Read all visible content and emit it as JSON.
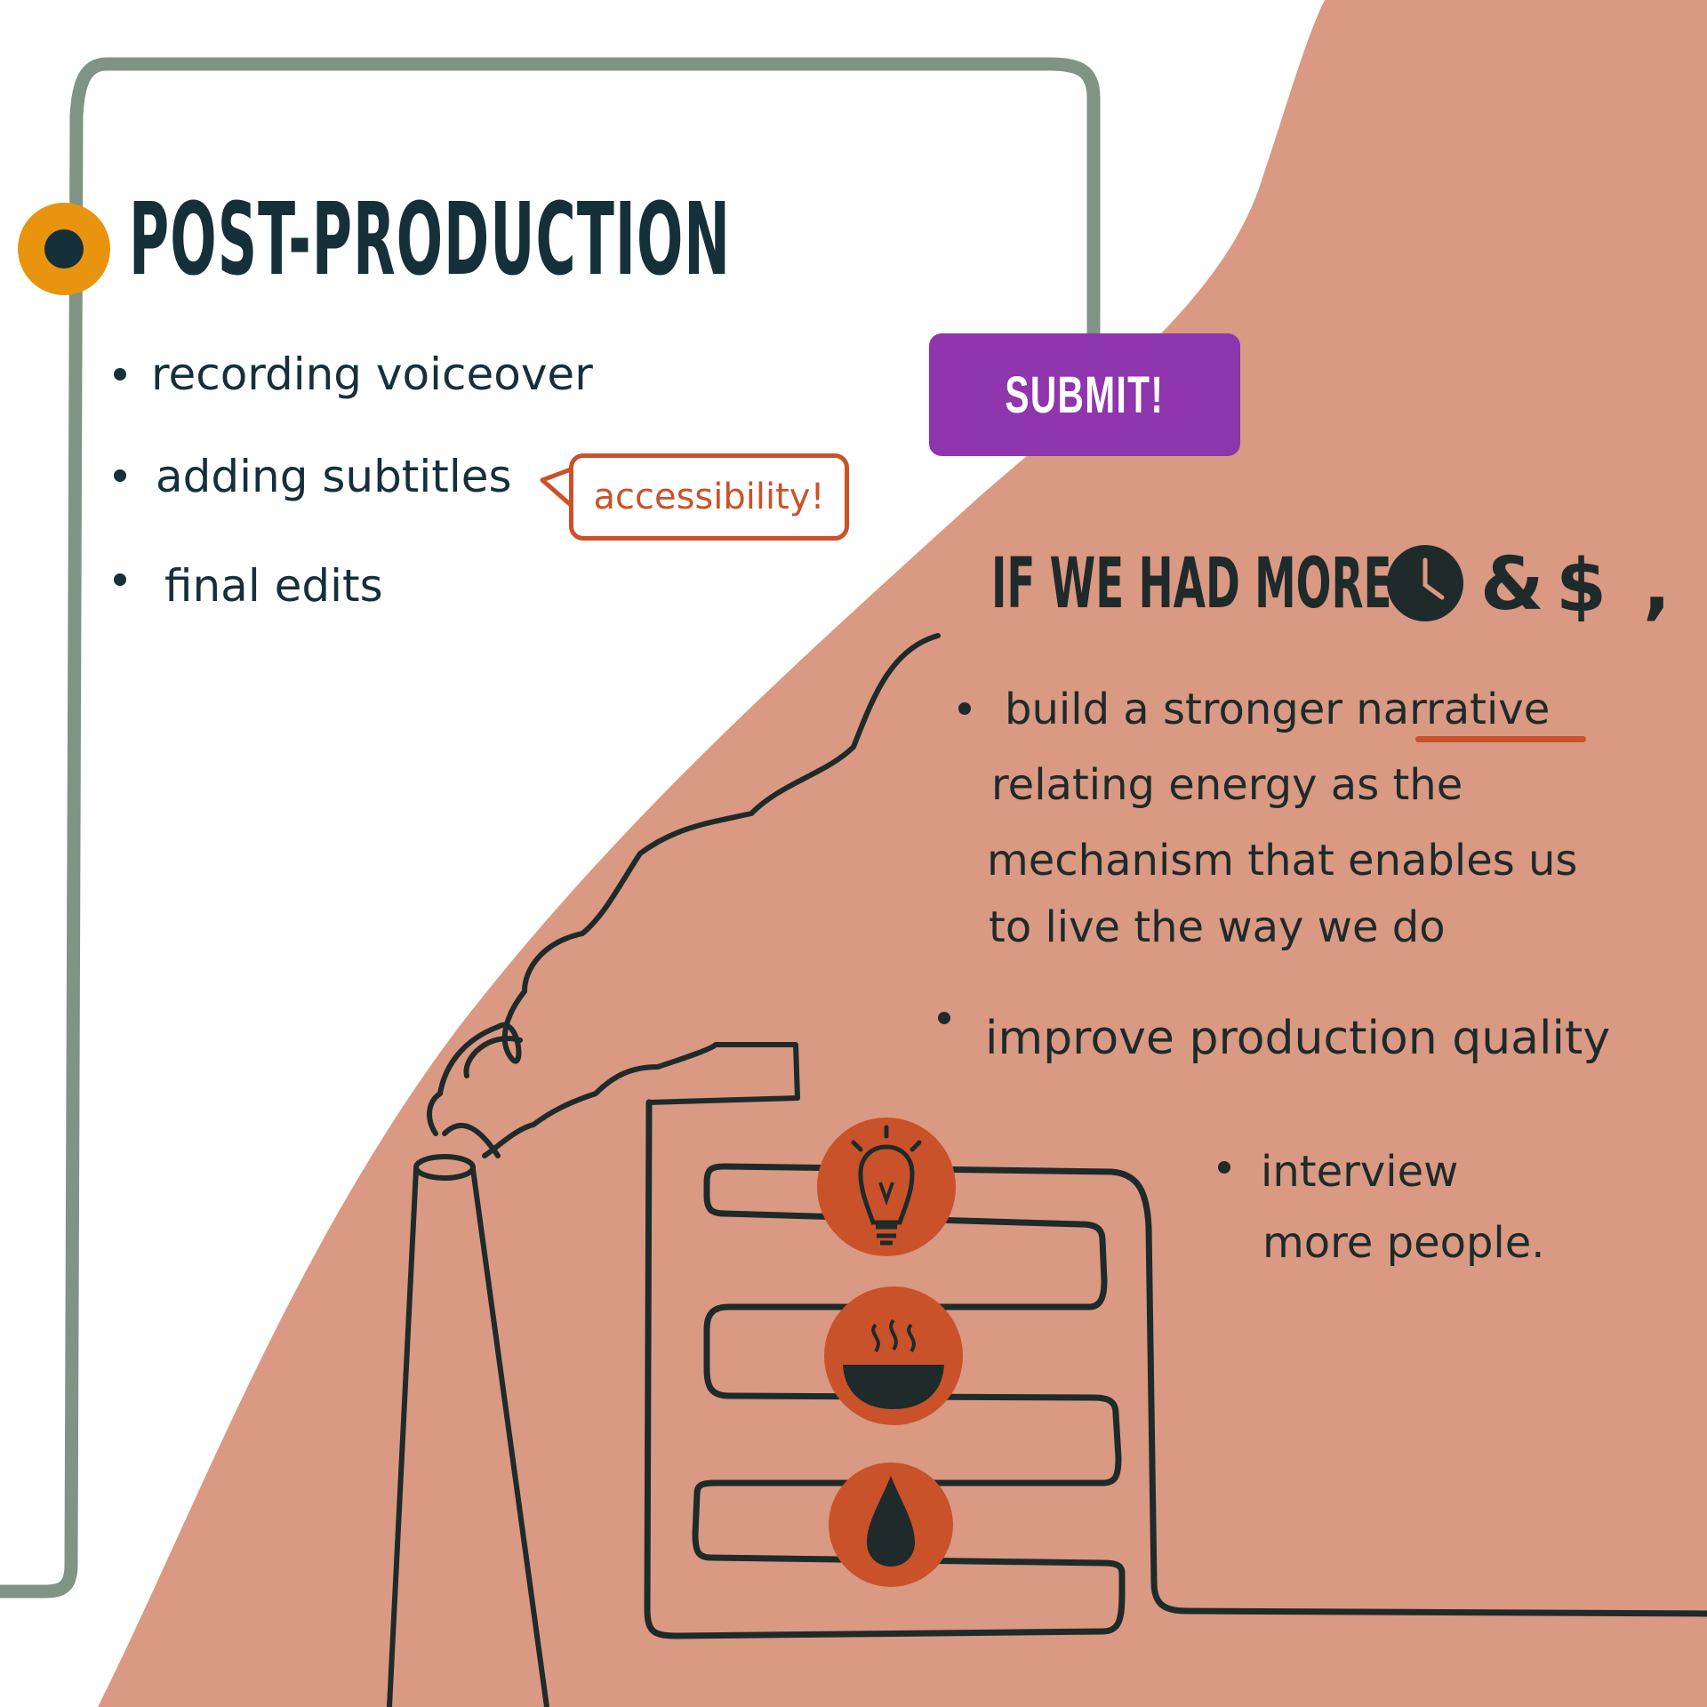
{
  "left_section": {
    "title": "POST-PRODUCTION",
    "items": [
      "recording voiceover",
      "adding subtitles",
      "final edits"
    ],
    "callout": "accessibility!"
  },
  "submit_button": {
    "label": "SUBMIT!"
  },
  "right_section": {
    "heading_prefix": "IF WE HAD MORE",
    "heading_amp": "&",
    "heading_dollar": "$",
    "heading_comma": ",",
    "bullet1": {
      "pre": "build a stronger ",
      "emph": "narrative",
      "lines": [
        "relating energy as the",
        "mechanism that enables us",
        "to live the way we do"
      ]
    },
    "bullet2": "improve production quality",
    "sub_bullet": [
      "interview",
      "more people."
    ]
  },
  "icons": [
    "clock-icon",
    "lightbulb-icon",
    "steaming-bowl-icon",
    "oil-drop-icon",
    "factory-illustration"
  ],
  "colors": {
    "border_green": "#7f9484",
    "salmon": "#d99982",
    "accent_orange": "#e8940f",
    "rust": "#c9522a",
    "purple": "#8f35ad",
    "ink": "#1f2a2a"
  }
}
